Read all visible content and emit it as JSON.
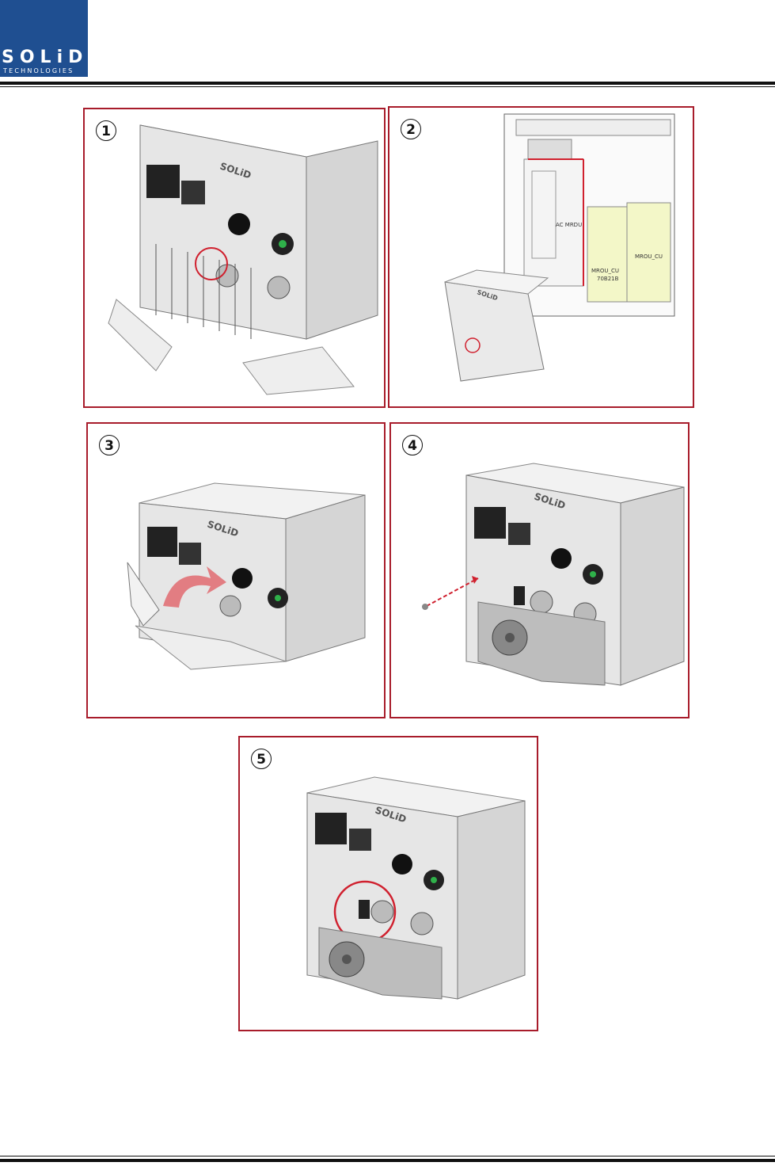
{
  "header": {
    "logo_main": "SOLiD",
    "logo_sub": "TECHNOLOGIES"
  },
  "panels": [
    {
      "step": "1",
      "brand": "SOLiD"
    },
    {
      "step": "2",
      "brand": "SOLiD",
      "label_a": "AC MRDU",
      "label_b": "MROU_CU",
      "label_c": "70B21B",
      "label_d": "MROU_CU"
    },
    {
      "step": "3",
      "brand": "SOLiD"
    },
    {
      "step": "4",
      "brand": "SOLiD"
    },
    {
      "step": "5",
      "brand": "SOLiD"
    }
  ],
  "colors": {
    "brand_blue": "#1f4f91",
    "frame_red": "#a81c2b",
    "highlight_red": "#d0202e"
  }
}
